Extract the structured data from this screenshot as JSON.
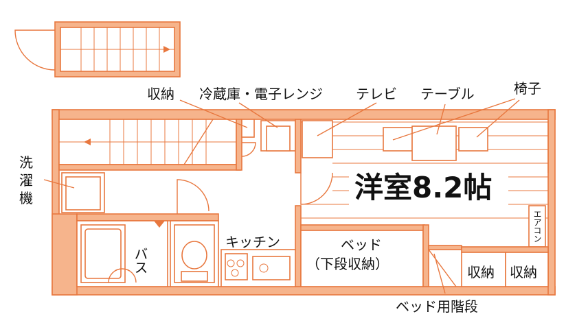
{
  "labels": {
    "storage_top": "収納",
    "fridge_microwave": "冷蔵庫・電子レンジ",
    "tv": "テレビ",
    "table": "テーブル",
    "chair": "椅子",
    "washer_1": "洗",
    "washer_2": "濯",
    "washer_3": "機",
    "room": "洋室8.2帖",
    "aircon": "エアコン",
    "bath": "バス",
    "kitchen": "キッチン",
    "bed_1": "ベッド",
    "bed_2": "（下段収納）",
    "storage_left": "収納",
    "storage_right": "収納",
    "bed_stairs": "ベッド用階段"
  },
  "colors": {
    "wall": "#f6b48c",
    "line": "#e8773e",
    "text": "#111111"
  }
}
